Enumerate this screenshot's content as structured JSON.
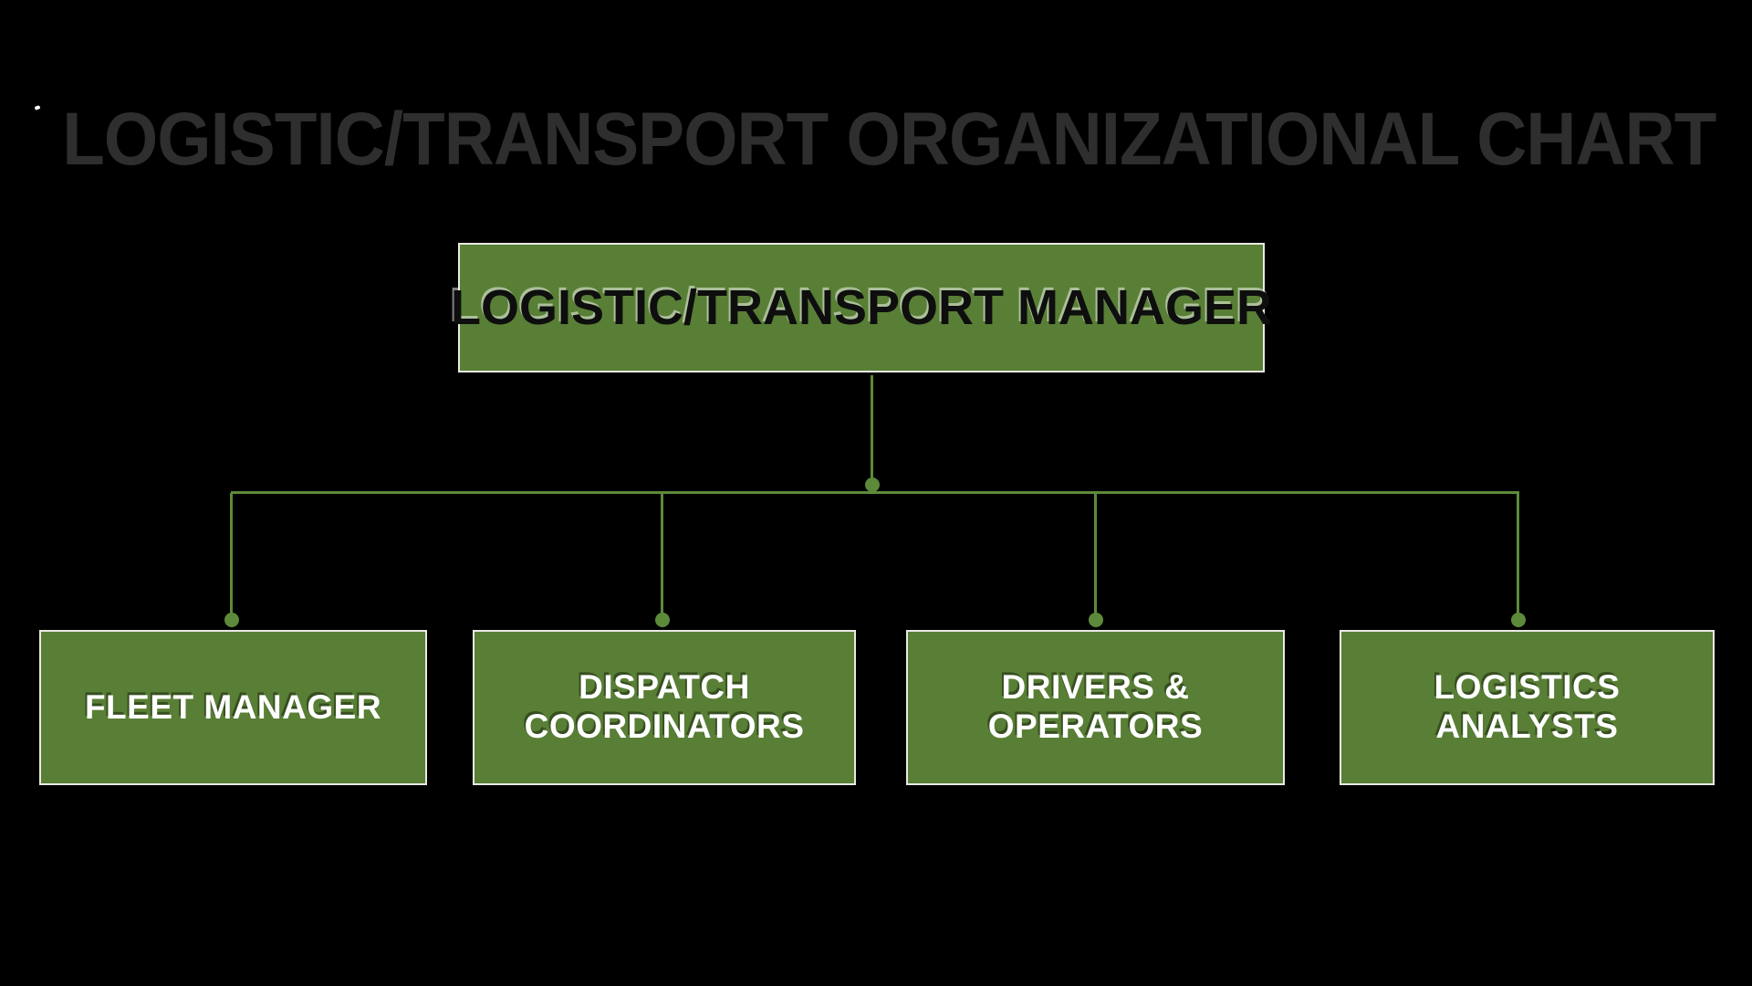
{
  "title": "LOGISTIC/TRANSPORT ORGANIZATIONAL CHART",
  "colors": {
    "background": "#000000",
    "title_text": "#2e2e2e",
    "node_fill": "#587f35",
    "node_border": "#ebe9e4",
    "connector_line": "#5d8a3a",
    "root_node_text": "#0e0e0e",
    "child_node_text": "#ffffff"
  },
  "org_chart": {
    "root": {
      "label": "LOGISTIC/TRANSPORT MANAGER"
    },
    "children": [
      {
        "label": "FLEET MANAGER"
      },
      {
        "label": "DISPATCH COORDINATORS"
      },
      {
        "label": "DRIVERS & OPERATORS"
      },
      {
        "label": "LOGISTICS ANALYSTS"
      }
    ]
  }
}
